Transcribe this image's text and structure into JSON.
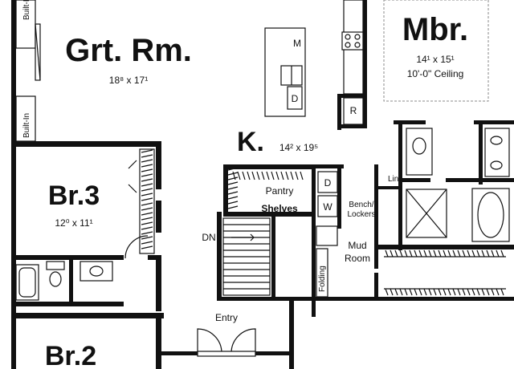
{
  "rooms": {
    "great_room": {
      "name": "Grt. Rm.",
      "dim": "18⁸ x 17¹"
    },
    "master": {
      "name": "Mbr.",
      "dim": "14¹ x 15¹",
      "note": "10'-0\" Ceiling"
    },
    "kitchen": {
      "name": "K.",
      "dim": "14² x 19⁵"
    },
    "bedroom3": {
      "name": "Br.3",
      "dim": "12⁰ x 11¹"
    },
    "bedroom2": {
      "name": "Br.2"
    },
    "mud_room": {
      "line1": "Mud",
      "line2": "Room"
    },
    "pantry": {
      "name": "Pantry"
    },
    "shelves": {
      "name": "Shelves"
    },
    "entry": {
      "name": "Entry"
    }
  },
  "labels": {
    "built_in_top": "Built-In",
    "built_in_side": "Built-In",
    "stair_down": "DN",
    "bench_1": "Bench/",
    "bench_2": "Lockers",
    "folding": "Folding",
    "linen": "Lin.",
    "refrigerator": "R",
    "microwave": "M",
    "dishwasher": "D",
    "dryer": "D",
    "washer": "W"
  }
}
